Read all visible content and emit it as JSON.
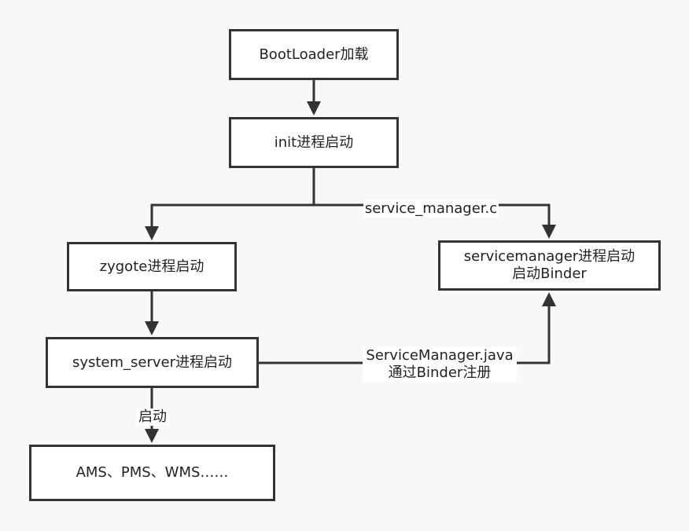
{
  "diagram": {
    "nodes": {
      "bootloader": "BootLoader加载",
      "init": "init进程启动",
      "zygote": "zygote进程启动",
      "servicemanager": "servicemanager进程启动\n启动Binder",
      "system_server": "system_server进程启动",
      "services": "AMS、PMS、WMS……"
    },
    "edges": [
      {
        "from": "bootloader",
        "to": "init",
        "label": ""
      },
      {
        "from": "init",
        "to": "zygote",
        "label": ""
      },
      {
        "from": "init",
        "to": "servicemanager",
        "label": "service_manager.c"
      },
      {
        "from": "zygote",
        "to": "system_server",
        "label": ""
      },
      {
        "from": "system_server",
        "to": "services",
        "label": "启动"
      },
      {
        "from": "system_server",
        "to": "servicemanager",
        "label": "ServiceManager.java\n通过Binder注册"
      }
    ],
    "colors": {
      "background": "#f8f8f8",
      "stroke": "#333333",
      "node_fill": "#ffffff",
      "text": "#222222"
    }
  }
}
